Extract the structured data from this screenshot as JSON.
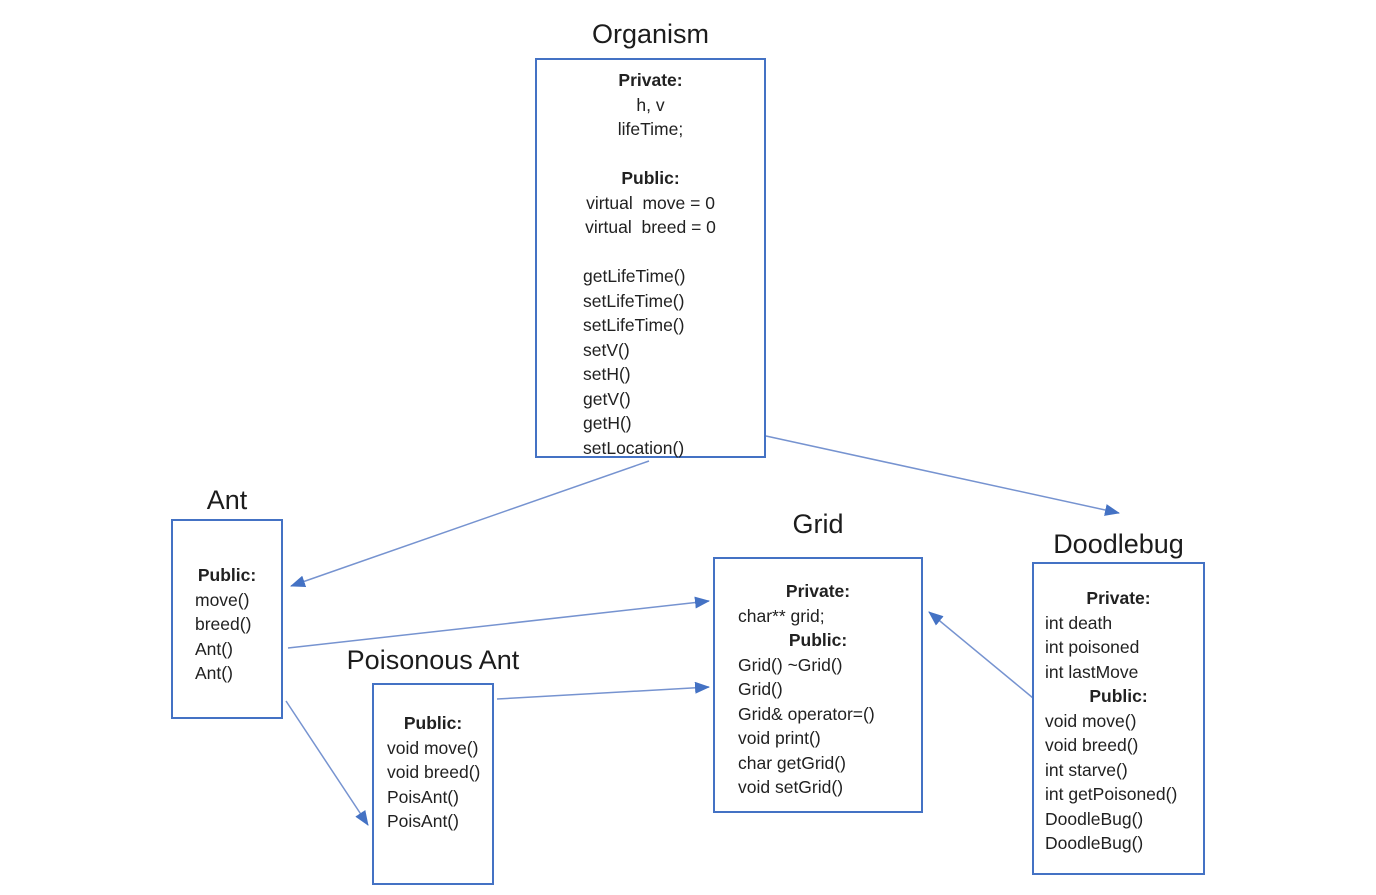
{
  "diagram": {
    "background": "#ffffff",
    "box_border_color": "#4472C4",
    "arrow_line_color": "#7693D0",
    "arrow_head_color": "#4472C4",
    "text_color": "#212121"
  },
  "classes": {
    "organism": {
      "title": "Organism",
      "lines": [
        {
          "text": "Private:",
          "style": "header"
        },
        {
          "text": "h, v",
          "style": "center"
        },
        {
          "text": "lifeTime;",
          "style": "center"
        },
        {
          "text": "Public:",
          "style": "header"
        },
        {
          "text": "virtual  move = 0",
          "style": "center"
        },
        {
          "text": "virtual  breed = 0",
          "style": "center"
        },
        {
          "text": "getLifeTime()",
          "style": "item"
        },
        {
          "text": "setLifeTime()",
          "style": "item"
        },
        {
          "text": "setLifeTime()",
          "style": "item"
        },
        {
          "text": "setV()",
          "style": "item"
        },
        {
          "text": "setH()",
          "style": "item"
        },
        {
          "text": "getV()",
          "style": "item"
        },
        {
          "text": "getH()",
          "style": "item"
        },
        {
          "text": "setLocation()",
          "style": "item"
        }
      ]
    },
    "ant": {
      "title": "Ant",
      "lines": [
        {
          "text": "Public:",
          "style": "header"
        },
        {
          "text": "move()",
          "style": "item"
        },
        {
          "text": "breed()",
          "style": "item"
        },
        {
          "text": "Ant()",
          "style": "item"
        },
        {
          "text": "Ant()",
          "style": "item"
        }
      ]
    },
    "poisonous_ant": {
      "title": "Poisonous Ant",
      "lines": [
        {
          "text": "Public:",
          "style": "header"
        },
        {
          "text": "void move()",
          "style": "item"
        },
        {
          "text": "void breed()",
          "style": "item"
        },
        {
          "text": "PoisAnt()",
          "style": "item"
        },
        {
          "text": "PoisAnt()",
          "style": "item"
        }
      ]
    },
    "grid": {
      "title": "Grid",
      "lines": [
        {
          "text": "Private:",
          "style": "header"
        },
        {
          "text": "char** grid;",
          "style": "item"
        },
        {
          "text": "Public:",
          "style": "header"
        },
        {
          "text": "Grid() ~Grid()",
          "style": "item"
        },
        {
          "text": "Grid()",
          "style": "item"
        },
        {
          "text": "Grid& operator=()",
          "style": "item"
        },
        {
          "text": "void print()",
          "style": "item"
        },
        {
          "text": "char getGrid()",
          "style": "item"
        },
        {
          "text": "void setGrid()",
          "style": "item"
        }
      ]
    },
    "doodlebug": {
      "title": "Doodlebug",
      "lines": [
        {
          "text": "Private:",
          "style": "header"
        },
        {
          "text": "int death",
          "style": "item"
        },
        {
          "text": "int poisoned",
          "style": "item"
        },
        {
          "text": "int lastMove",
          "style": "item"
        },
        {
          "text": "Public:",
          "style": "header"
        },
        {
          "text": "void move()",
          "style": "item"
        },
        {
          "text": "void breed()",
          "style": "item"
        },
        {
          "text": "int starve()",
          "style": "item"
        },
        {
          "text": "int getPoisoned()",
          "style": "item"
        },
        {
          "text": "DoodleBug()",
          "style": "item"
        },
        {
          "text": "DoodleBug()",
          "style": "item"
        }
      ]
    }
  },
  "arrows": [
    {
      "from": "Organism",
      "to": "Ant"
    },
    {
      "from": "Organism",
      "to": "Doodlebug"
    },
    {
      "from": "Ant",
      "to": "Grid"
    },
    {
      "from": "Ant",
      "to": "Poisonous Ant"
    },
    {
      "from": "Poisonous Ant",
      "to": "Grid"
    },
    {
      "from": "Doodlebug",
      "to": "Grid"
    }
  ]
}
